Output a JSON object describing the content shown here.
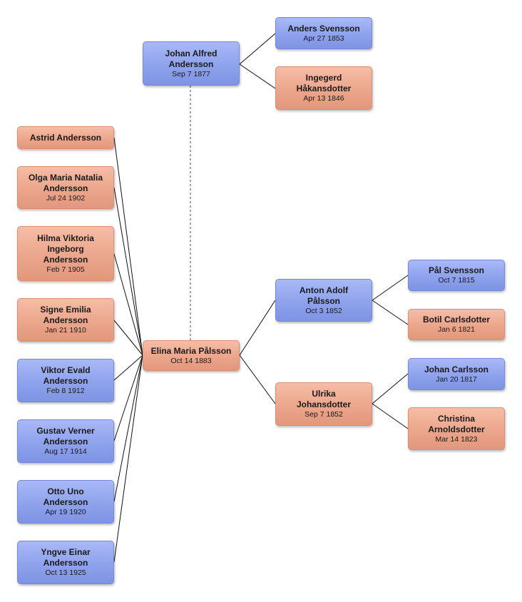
{
  "people": {
    "johan_alfred": {
      "name": "Johan Alfred Andersson",
      "date": "Sep 7 1877",
      "sex": "m"
    },
    "anders": {
      "name": "Anders Svensson",
      "date": "Apr 27 1853",
      "sex": "m"
    },
    "ingegerd": {
      "name": "Ingegerd Håkansdotter",
      "date": "Apr 13 1846",
      "sex": "f"
    },
    "elina": {
      "name": "Elina Maria Pålsson",
      "date": "Oct 14 1883",
      "sex": "f"
    },
    "anton": {
      "name": "Anton Adolf Pålsson",
      "date": "Oct 3 1852",
      "sex": "m"
    },
    "ulrika": {
      "name": "Ulrika Johansdotter",
      "date": "Sep 7 1852",
      "sex": "f"
    },
    "pal": {
      "name": "Pål Svensson",
      "date": "Oct 7 1815",
      "sex": "m"
    },
    "botil": {
      "name": "Botil Carlsdotter",
      "date": "Jan 6 1821",
      "sex": "f"
    },
    "johan_c": {
      "name": "Johan Carlsson",
      "date": "Jan 20 1817",
      "sex": "m"
    },
    "christina": {
      "name": "Christina Arnoldsdotter",
      "date": "Mar 14 1823",
      "sex": "f"
    },
    "astrid": {
      "name": "Astrid Andersson",
      "date": "",
      "sex": "f"
    },
    "olga": {
      "name": "Olga Maria Natalia Andersson",
      "date": "Jul 24 1902",
      "sex": "f"
    },
    "hilma": {
      "name": "Hilma Viktoria Ingeborg Andersson",
      "date": "Feb 7 1905",
      "sex": "f"
    },
    "signe": {
      "name": "Signe Emilia Andersson",
      "date": "Jan 21 1910",
      "sex": "f"
    },
    "viktor": {
      "name": "Viktor Evald Andersson",
      "date": "Feb 8 1912",
      "sex": "m"
    },
    "gustav": {
      "name": "Gustav Verner Andersson",
      "date": "Aug 17 1914",
      "sex": "m"
    },
    "otto": {
      "name": "Otto Uno Andersson",
      "date": "Apr 19 1920",
      "sex": "m"
    },
    "yngve": {
      "name": "Yngve Einar Andersson",
      "date": "Oct 13 1925",
      "sex": "m"
    }
  },
  "relations": {
    "spouses": [
      [
        "johan_alfred",
        "elina"
      ]
    ],
    "parent_of": [
      [
        "anders",
        "johan_alfred"
      ],
      [
        "ingegerd",
        "johan_alfred"
      ],
      [
        "anton",
        "elina"
      ],
      [
        "ulrika",
        "elina"
      ],
      [
        "pal",
        "anton"
      ],
      [
        "botil",
        "anton"
      ],
      [
        "johan_c",
        "ulrika"
      ],
      [
        "christina",
        "ulrika"
      ],
      [
        "elina",
        "astrid"
      ],
      [
        "elina",
        "olga"
      ],
      [
        "elina",
        "hilma"
      ],
      [
        "elina",
        "signe"
      ],
      [
        "elina",
        "viktor"
      ],
      [
        "elina",
        "gustav"
      ],
      [
        "elina",
        "otto"
      ],
      [
        "elina",
        "yngve"
      ]
    ]
  },
  "colors": {
    "male": "#8ea2ec",
    "female": "#eba68b",
    "line": "#1a1a1a"
  }
}
